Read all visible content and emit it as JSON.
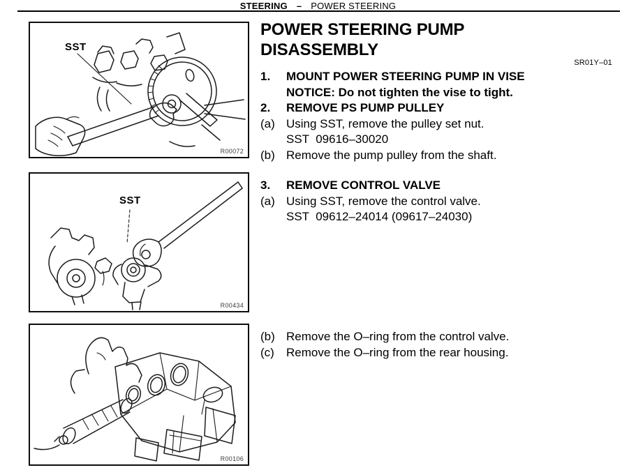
{
  "colors": {
    "ink": "#000000",
    "paper": "#ffffff",
    "code_gray": "#3a3a3a"
  },
  "header": {
    "section": "STEERING",
    "dash": "–",
    "subsection": "POWER STEERING"
  },
  "title": {
    "line1": "POWER STEERING PUMP",
    "line2": "DISASSEMBLY"
  },
  "doc_code": "SR01Y–01",
  "figures": {
    "fig1": {
      "sst_label": "SST",
      "code": "R00072",
      "description": "Using SST wrench to remove pulley set nut"
    },
    "fig2": {
      "sst_label": "SST",
      "code": "R00434",
      "description": "Using SST to remove control valve"
    },
    "fig3": {
      "code": "R00106",
      "description": "Control valve removed showing O-rings"
    }
  },
  "procedure": {
    "block1": {
      "lines": [
        {
          "marker": "1.",
          "text": "MOUNT POWER STEERING PUMP IN VISE"
        },
        {
          "marker": "",
          "text": "NOTICE: Do not tighten the vise to tight."
        },
        {
          "marker": "2.",
          "text": "REMOVE PS PUMP PULLEY"
        },
        {
          "marker": "(a)",
          "text": "Using SST, remove the pulley set nut."
        },
        {
          "marker": "",
          "text": "SST  09616–30020"
        },
        {
          "marker": "(b)",
          "text": "Remove the pump pulley from the shaft."
        }
      ]
    },
    "block2": {
      "lines": [
        {
          "marker": "3.",
          "text": "REMOVE CONTROL VALVE"
        },
        {
          "marker": "(a)",
          "text": "Using SST, remove the control valve."
        },
        {
          "marker": "",
          "text": "SST  09612–24014 (09617–24030)"
        }
      ]
    },
    "block3": {
      "lines": [
        {
          "marker": "(b)",
          "text": "Remove the O–ring from the control valve."
        },
        {
          "marker": "(c)",
          "text": "Remove the O–ring from the rear housing."
        }
      ]
    }
  }
}
